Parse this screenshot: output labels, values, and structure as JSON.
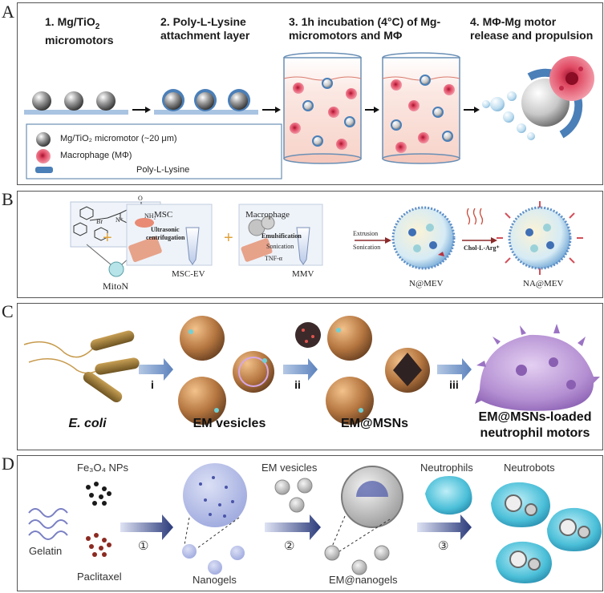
{
  "panels": {
    "a": {
      "letter": "A",
      "steps": {
        "s1_line1": "1. Mg/TiO",
        "s1_sub": "2",
        "s1_line2": "micromotors",
        "s2_line1": "2. Poly-L-Lysine",
        "s2_line2": "attachment layer",
        "s3_line1": "3.  1h incubation (4°C) of Mg-",
        "s3_line2": "micromotors and MΦ",
        "s4_line1": "4. MΦ-Mg motor",
        "s4_line2": "release and propulsion"
      },
      "legend": {
        "item1": "Mg/TiO₂ micromotor (~20 μm)",
        "item2": "Macrophage (MΦ)",
        "item3": "Poly-L-Lysine"
      }
    },
    "b": {
      "letter": "B",
      "labels": {
        "mitoN": "MitoN",
        "msc": "MSC",
        "ultrasonic": "Ultrasonic",
        "centrifugation": "centrifugation",
        "msc_ev": "MSC-EV",
        "macrophage": "Macrophage",
        "emulsification": "Emulsification",
        "sonication": "Sonication",
        "tnf": "TNF-α",
        "mmv": "MMV",
        "extrusion": "Extrusion",
        "sonication2": "Sonication",
        "n_mev": "N@MEV",
        "chol": "Chol-L-Arg⁺",
        "na_mev": "NA@MEV",
        "plus": "+",
        "br": "Br",
        "nh2": "NH₂",
        "o": "O",
        "n_plus": "N⁺"
      }
    },
    "c": {
      "letter": "C",
      "labels": {
        "ecoli": "E. coli",
        "em_vesicles": "EM vesicles",
        "em_msns": "EM@MSNs",
        "loaded_line1": "EM@MSNs-loaded",
        "loaded_line2": "neutrophil motors",
        "step_i": "i",
        "step_ii": "ii",
        "step_iii": "iii"
      }
    },
    "d": {
      "letter": "D",
      "labels": {
        "fe3o4": "Fe₃O₄ NPs",
        "gelatin": "Gelatin",
        "paclitaxel": "Paclitaxel",
        "nanogels": "Nanogels",
        "em_vesicles": "EM vesicles",
        "em_nanogels": "EM@nanogels",
        "neutrophils": "Neutrophils",
        "neutrobots": "Neutrobots",
        "step1": "①",
        "step2": "②",
        "step3": "③"
      }
    }
  },
  "colors": {
    "accent_blue": "#4a7fb8",
    "macrophage_red": "#d64660",
    "neutrophil_purple": "#b48fd2",
    "neutrophil_cyan": "#4bbfd8",
    "arrow_navy": "#2a3a7a"
  }
}
